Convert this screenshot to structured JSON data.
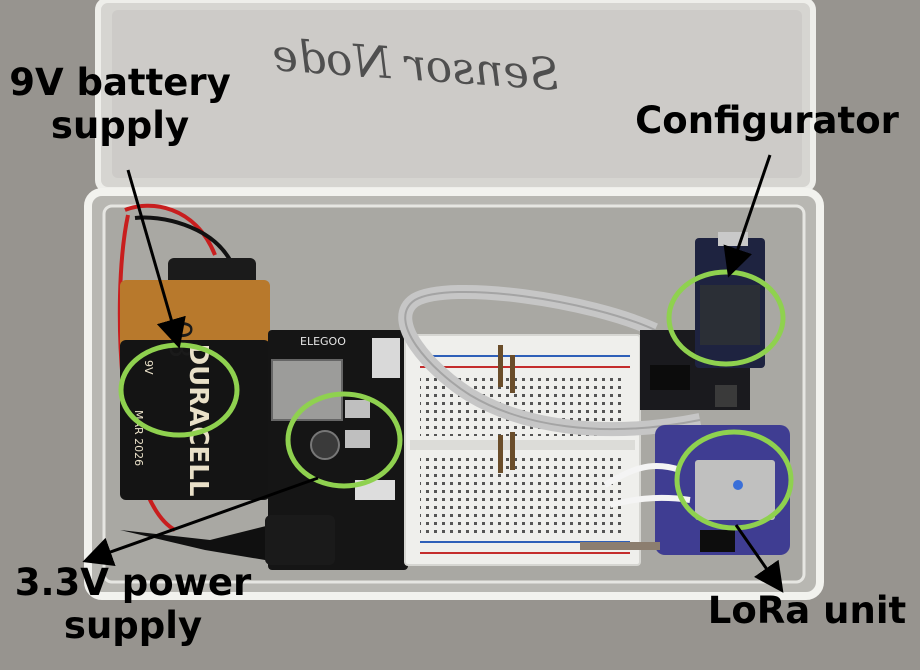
{
  "labels": {
    "battery_line1": "9V battery",
    "battery_line2": "supply",
    "configurator": "Configurator",
    "power_line1": "3.3V power",
    "power_line2": "supply",
    "lora": "LoRa unit"
  },
  "lid_handwriting": "Sensor Node",
  "battery_text": {
    "brand": "DURACELL",
    "voltage": "9V",
    "expiry": "MAR 2026",
    "number": "08"
  },
  "module_brand": "ELEGOO",
  "colors": {
    "highlight_ring": "#8fd14f",
    "arrow": "#000000",
    "background": "#8f8d88"
  }
}
